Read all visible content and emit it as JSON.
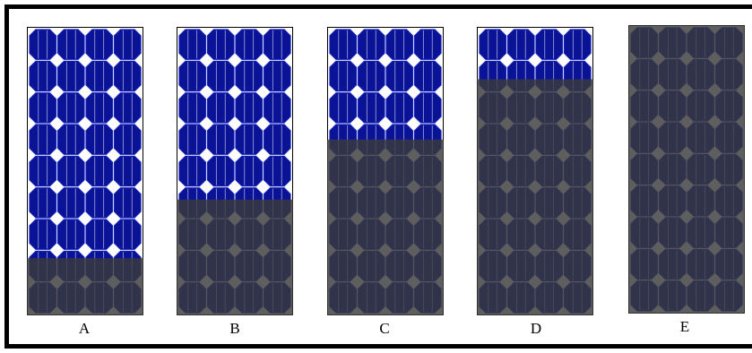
{
  "figure": {
    "colors": {
      "cell": "#0a1296",
      "cell_edge": "#1d2cc8",
      "busbar": "#b9c0ee",
      "background": "#ffffff",
      "panel_outline": "#000000",
      "shade": "#3a3a3a",
      "shade_opacity": 0.82
    },
    "grid": {
      "columns": 4,
      "rows": 9
    },
    "panels": [
      {
        "label": "A",
        "shaded_rows": 1.75
      },
      {
        "label": "B",
        "shaded_rows": 3.6
      },
      {
        "label": "C",
        "shaded_rows": 5.5
      },
      {
        "label": "D",
        "shaded_rows": 7.4
      },
      {
        "label": "E",
        "shaded_rows": 9
      }
    ]
  }
}
